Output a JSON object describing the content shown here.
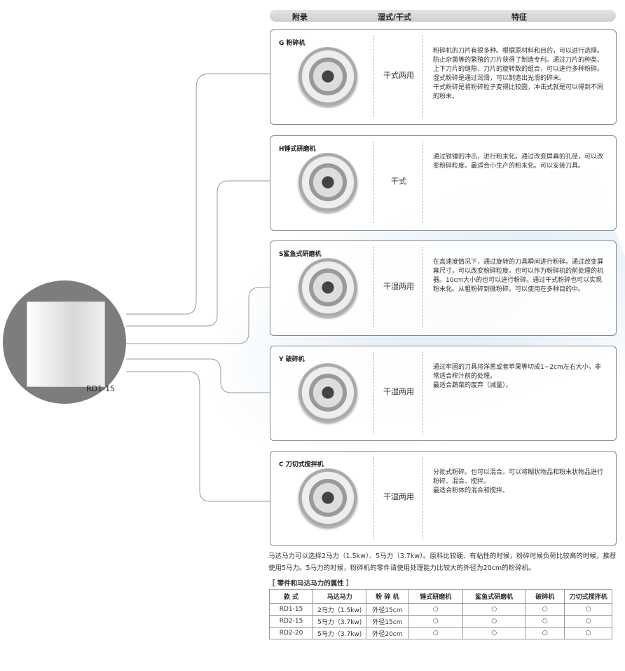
{
  "header": {
    "col1": "附录",
    "col2": "湿式/干式",
    "col3": "特征"
  },
  "cards": [
    {
      "title": "G 粉碎机",
      "mode": "干式两用",
      "desc": "粉碎机的刀片有很多种。根据原材料和目的，可以进行选择。防止杂菌等的繁殖的刀片获得了制造专利。通过刀片的种类、上下刀片的缝隙、刀片的旋转数的组合，可以进行多种粉碎。\n湿式粉碎是通过润滑，可以制造出光滑的碎末。\n干式粉碎是将粉碎粒子变得比较圆，冲击式就是可以得到不同的粉末。"
    },
    {
      "title": "H锤式研磨机",
      "mode": "干式",
      "desc": "通过铁锤的冲击，进行粉末化。通过改变屏幕的孔径，可以改变粉碎粒度。最适合小生产的粉末化。可以安装刀具。"
    },
    {
      "title": "S鲨鱼式研磨机",
      "mode": "干湿两用",
      "desc": "在高速度情况下，通过旋转的刀具瞬间进行粉碎。通过改变屏幕尺寸，可以改变粉碎粒度。也可以作为粉碎机的前处理的机器。10cm大小的也可以进行粉碎。通过干式粉碎也可以实现粉末化。从粗粉碎到微粉碎。可以使用在多种目的中。"
    },
    {
      "title": "Y 破碎机",
      "mode": "干湿两用",
      "desc": "通过牢固的刀具将洋葱或者苹果等切成1~2cm左右大小，非常适合榨汁前的处理。\n最适合蔬菜的废弃（减量）。"
    },
    {
      "title": "C 刀切式搅拌机",
      "mode": "干湿两用",
      "desc": "分批式粉碎。也可以混合。可以将糊状物品和粉末状物品进行粉碎、混合、搅拌。\n最适合粉体的混合和搅拌。"
    }
  ],
  "machine_label": "RD1-15",
  "note": "马达马力可以选择2马力（1.5kw）、5马力（3.7kw）。原料比较硬、有粘性的时候，粉碎时候负荷比较高的时候，推荐使用5马力。5马力的时候，粉碎机的零件请使用处理能力比较大的外径为20cm的粉碎机。",
  "table_title": "［ 零件和马达马力的属性 ］",
  "table": {
    "headers": [
      "款 式",
      "马达马力",
      "粉 碎 机",
      "锤式研磨机",
      "鲨鱼式研磨机",
      "破碎机",
      "刀切式搅拌机"
    ],
    "rows": [
      [
        "RD1-15",
        "2马力（1.5kw)",
        "外径15cm",
        "○",
        "○",
        "○",
        "○"
      ],
      [
        "RD2-15",
        "5马力（3.7kw)",
        "外径15cm",
        "○",
        "○",
        "○",
        "○"
      ],
      [
        "RD2-20",
        "5马力（3.7kw)",
        "外径20cm",
        "○",
        "○",
        "○",
        "○"
      ]
    ]
  }
}
